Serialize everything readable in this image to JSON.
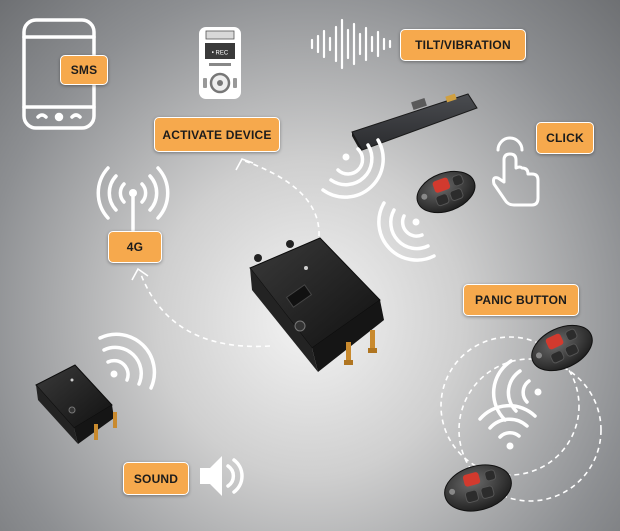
{
  "labels": {
    "sms": "SMS",
    "activate_device": "ACTIVATE DEVICE",
    "tilt_vibration": "TILT/VIBRATION",
    "click": "CLICK",
    "four_g": "4G",
    "panic_button": "PANIC BUTTON",
    "sound": "SOUND"
  },
  "recorder": {
    "rec_text": "• REC"
  },
  "colors": {
    "label_fill": "#f6a94d",
    "label_text": "#1c1c1c",
    "icon_stroke": "#ffffff",
    "device_body": "#1e1e1e",
    "connector": "#c98a2e",
    "remote_red": "#d23a2e",
    "background_center": "#f4f4f4",
    "background_edge": "#6e7073"
  },
  "icons": [
    "smartphone-icon",
    "voice-recorder-icon",
    "sound-wave-icon",
    "wifi-waves-icon",
    "antenna-icon",
    "hand-tap-icon",
    "speaker-icon",
    "remote-keyfob-icon",
    "gps-tracker-device"
  ]
}
